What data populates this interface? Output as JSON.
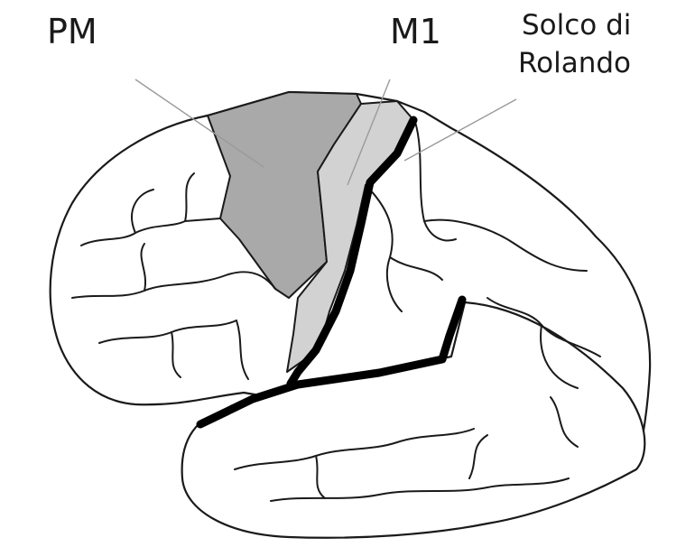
{
  "labels": {
    "pm": "PM",
    "m1": "M1",
    "sulcus_line1": "Solco di",
    "sulcus_line2": "Rolando"
  },
  "colors": {
    "pm_region": "#a9a9a9",
    "m1_region": "#d2d2d2",
    "outline": "#1a1a1a",
    "leader": "#9a9a9a",
    "sulcus": "#000000"
  }
}
